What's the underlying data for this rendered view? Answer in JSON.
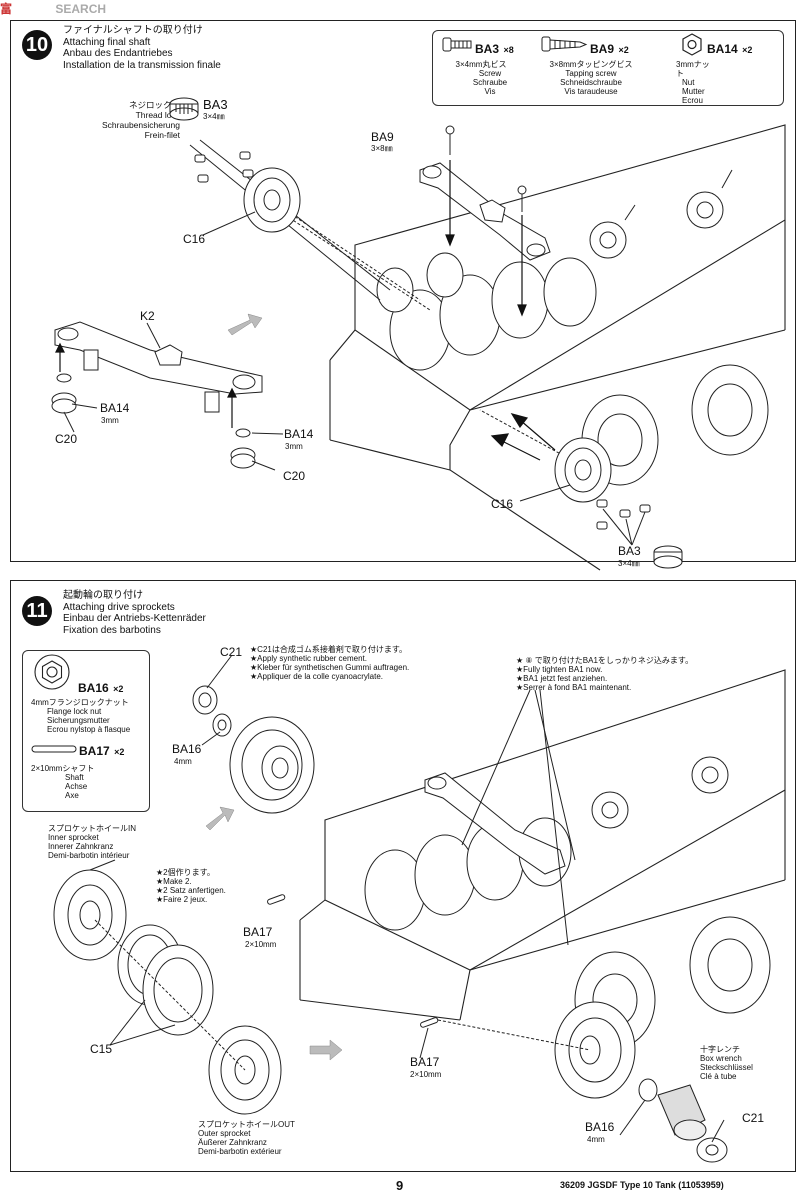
{
  "watermark": {
    "logo": "富",
    "text": "SEARCH"
  },
  "step10": {
    "number": "10",
    "title_lines": [
      "ファイナルシャフトの取り付け",
      "Attaching final shaft",
      "Anbau des Endantriebes",
      "Installation de la transmission finale"
    ],
    "legend": [
      {
        "code": "BA3",
        "qty": "×8",
        "size_jp": "3×4mm丸ビス",
        "names": [
          "Screw",
          "Schraube",
          "Vis"
        ]
      },
      {
        "code": "BA9",
        "qty": "×2",
        "size_jp": "3×8mmタッピングビス",
        "names": [
          "Tapping screw",
          "Schneidschraube",
          "Vis taraudeuse"
        ]
      },
      {
        "code": "BA14",
        "qty": "×2",
        "size_jp": "3mmナット",
        "names": [
          "Nut",
          "Mutter",
          "Ecrou"
        ]
      }
    ],
    "thread_lock": [
      "ネジロック剤",
      "Thread lock",
      "Schraubensicherung",
      "Frein-filet"
    ],
    "labels": {
      "ba3_top": "BA3",
      "ba3_top_size": "3×4㎜",
      "ba9": "BA9",
      "ba9_size": "3×8㎜",
      "c16_left": "C16",
      "k2": "K2",
      "ba14_left": "BA14",
      "ba14_left_size": "3mm",
      "c20_left": "C20",
      "ba14_right": "BA14",
      "ba14_right_size": "3mm",
      "c20_right": "C20",
      "c16_right": "C16",
      "ba3_bottom": "BA3",
      "ba3_bottom_size": "3×4㎜"
    }
  },
  "step11": {
    "number": "11",
    "title_lines": [
      "起動輪の取り付け",
      "Attaching drive sprockets",
      "Einbau der Antriebs-Kettenräder",
      "Fixation des barbotins"
    ],
    "legend": [
      {
        "code": "BA16",
        "qty": "×2",
        "size_jp": "4mmフランジロックナット",
        "names": [
          "Flange lock nut",
          "Sicherungsmutter",
          "Ecrou nylstop à flasque"
        ]
      },
      {
        "code": "BA17",
        "qty": "×2",
        "size_jp": "2×10mmシャフト",
        "names": [
          "Shaft",
          "Achse",
          "Axe"
        ]
      }
    ],
    "note_cement": [
      "★C21は合成ゴム系接着剤で取り付けます。",
      "★Apply synthetic rubber cement.",
      "★Kleber für synthetischen Gummi auftragen.",
      "★Appliquer de la colle cyanoacrylate."
    ],
    "note_tighten": [
      "★ ⑧ で取り付けたBA1をしっかりネジ込みます。",
      "★Fully tighten BA1 now.",
      "★BA1 jetzt fest anziehen.",
      "★Serrer à fond BA1 maintenant."
    ],
    "make2": [
      "★2個作ります。",
      "★Make 2.",
      "★2 Satz anfertigen.",
      "★Faire 2 jeux."
    ],
    "inner_sprocket": [
      "スプロケットホイールIN",
      "Inner sprocket",
      "Innerer Zahnkranz",
      "Demi-barbotin intérieur"
    ],
    "outer_sprocket": [
      "スプロケットホイールOUT",
      "Outer sprocket",
      "Äußerer Zahnkranz",
      "Demi-barbotin extérieur"
    ],
    "box_wrench": [
      "十字レンチ",
      "Box wrench",
      "Steckschlüssel",
      "Clé à tube"
    ],
    "labels": {
      "c21_top": "C21",
      "ba16_top": "BA16",
      "ba16_top_size": "4mm",
      "ba17_left": "BA17",
      "ba17_left_size": "2×10mm",
      "c15": "C15",
      "ba17_bottom": "BA17",
      "ba17_bottom_size": "2×10mm",
      "ba16_bottom": "BA16",
      "ba16_bottom_size": "4mm",
      "c21_bottom": "C21"
    }
  },
  "footer": {
    "page": "9",
    "code": "36209  JGSDF Type 10 Tank (11053959)"
  }
}
